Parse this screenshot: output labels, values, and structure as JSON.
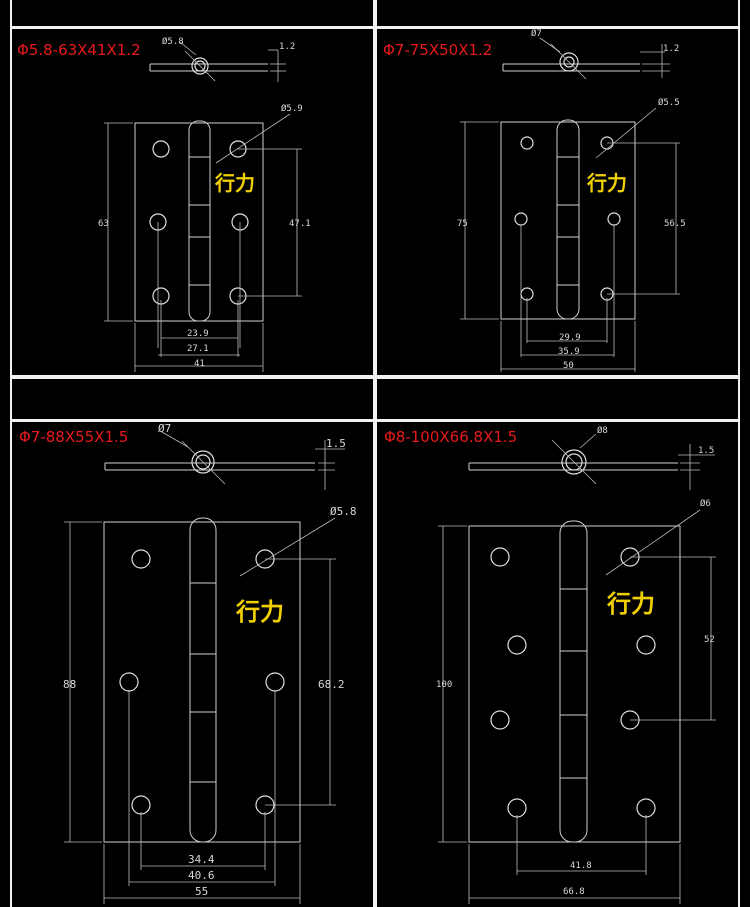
{
  "panels": [
    {
      "spec": "Φ5.8-63X41X1.2",
      "pin_diameter": "Ø5.8",
      "thickness": "1.2",
      "hole_diameter": "Ø5.9",
      "brand": "行力",
      "height": "63",
      "hole_spacing_vertical": "47.1",
      "hole_spacing_inner": "23.9",
      "hole_spacing_outer": "27.1",
      "width": "41"
    },
    {
      "spec": "Φ7-75X50X1.2",
      "pin_diameter": "Ø7",
      "thickness": "1.2",
      "hole_diameter": "Ø5.5",
      "brand": "行力",
      "height": "75",
      "hole_spacing_vertical": "56.5",
      "hole_spacing_inner": "29.9",
      "hole_spacing_outer": "35.9",
      "width": "50"
    },
    {
      "spec": "Φ7-88X55X1.5",
      "pin_diameter": "Ø7",
      "thickness": "1.5",
      "hole_diameter": "Ø5.8",
      "brand": "行力",
      "height": "88",
      "hole_spacing_vertical": "68.2",
      "hole_spacing_inner": "34.4",
      "hole_spacing_outer": "40.6",
      "width": "55"
    },
    {
      "spec": "Φ8-100X66.8X1.5",
      "pin_diameter": "Ø8",
      "thickness": "1.5",
      "hole_diameter": "Ø6",
      "brand": "行力",
      "height": "100",
      "hole_spacing_vertical": "52",
      "hole_spacing_inner": "41.8",
      "width": "66.8"
    }
  ]
}
